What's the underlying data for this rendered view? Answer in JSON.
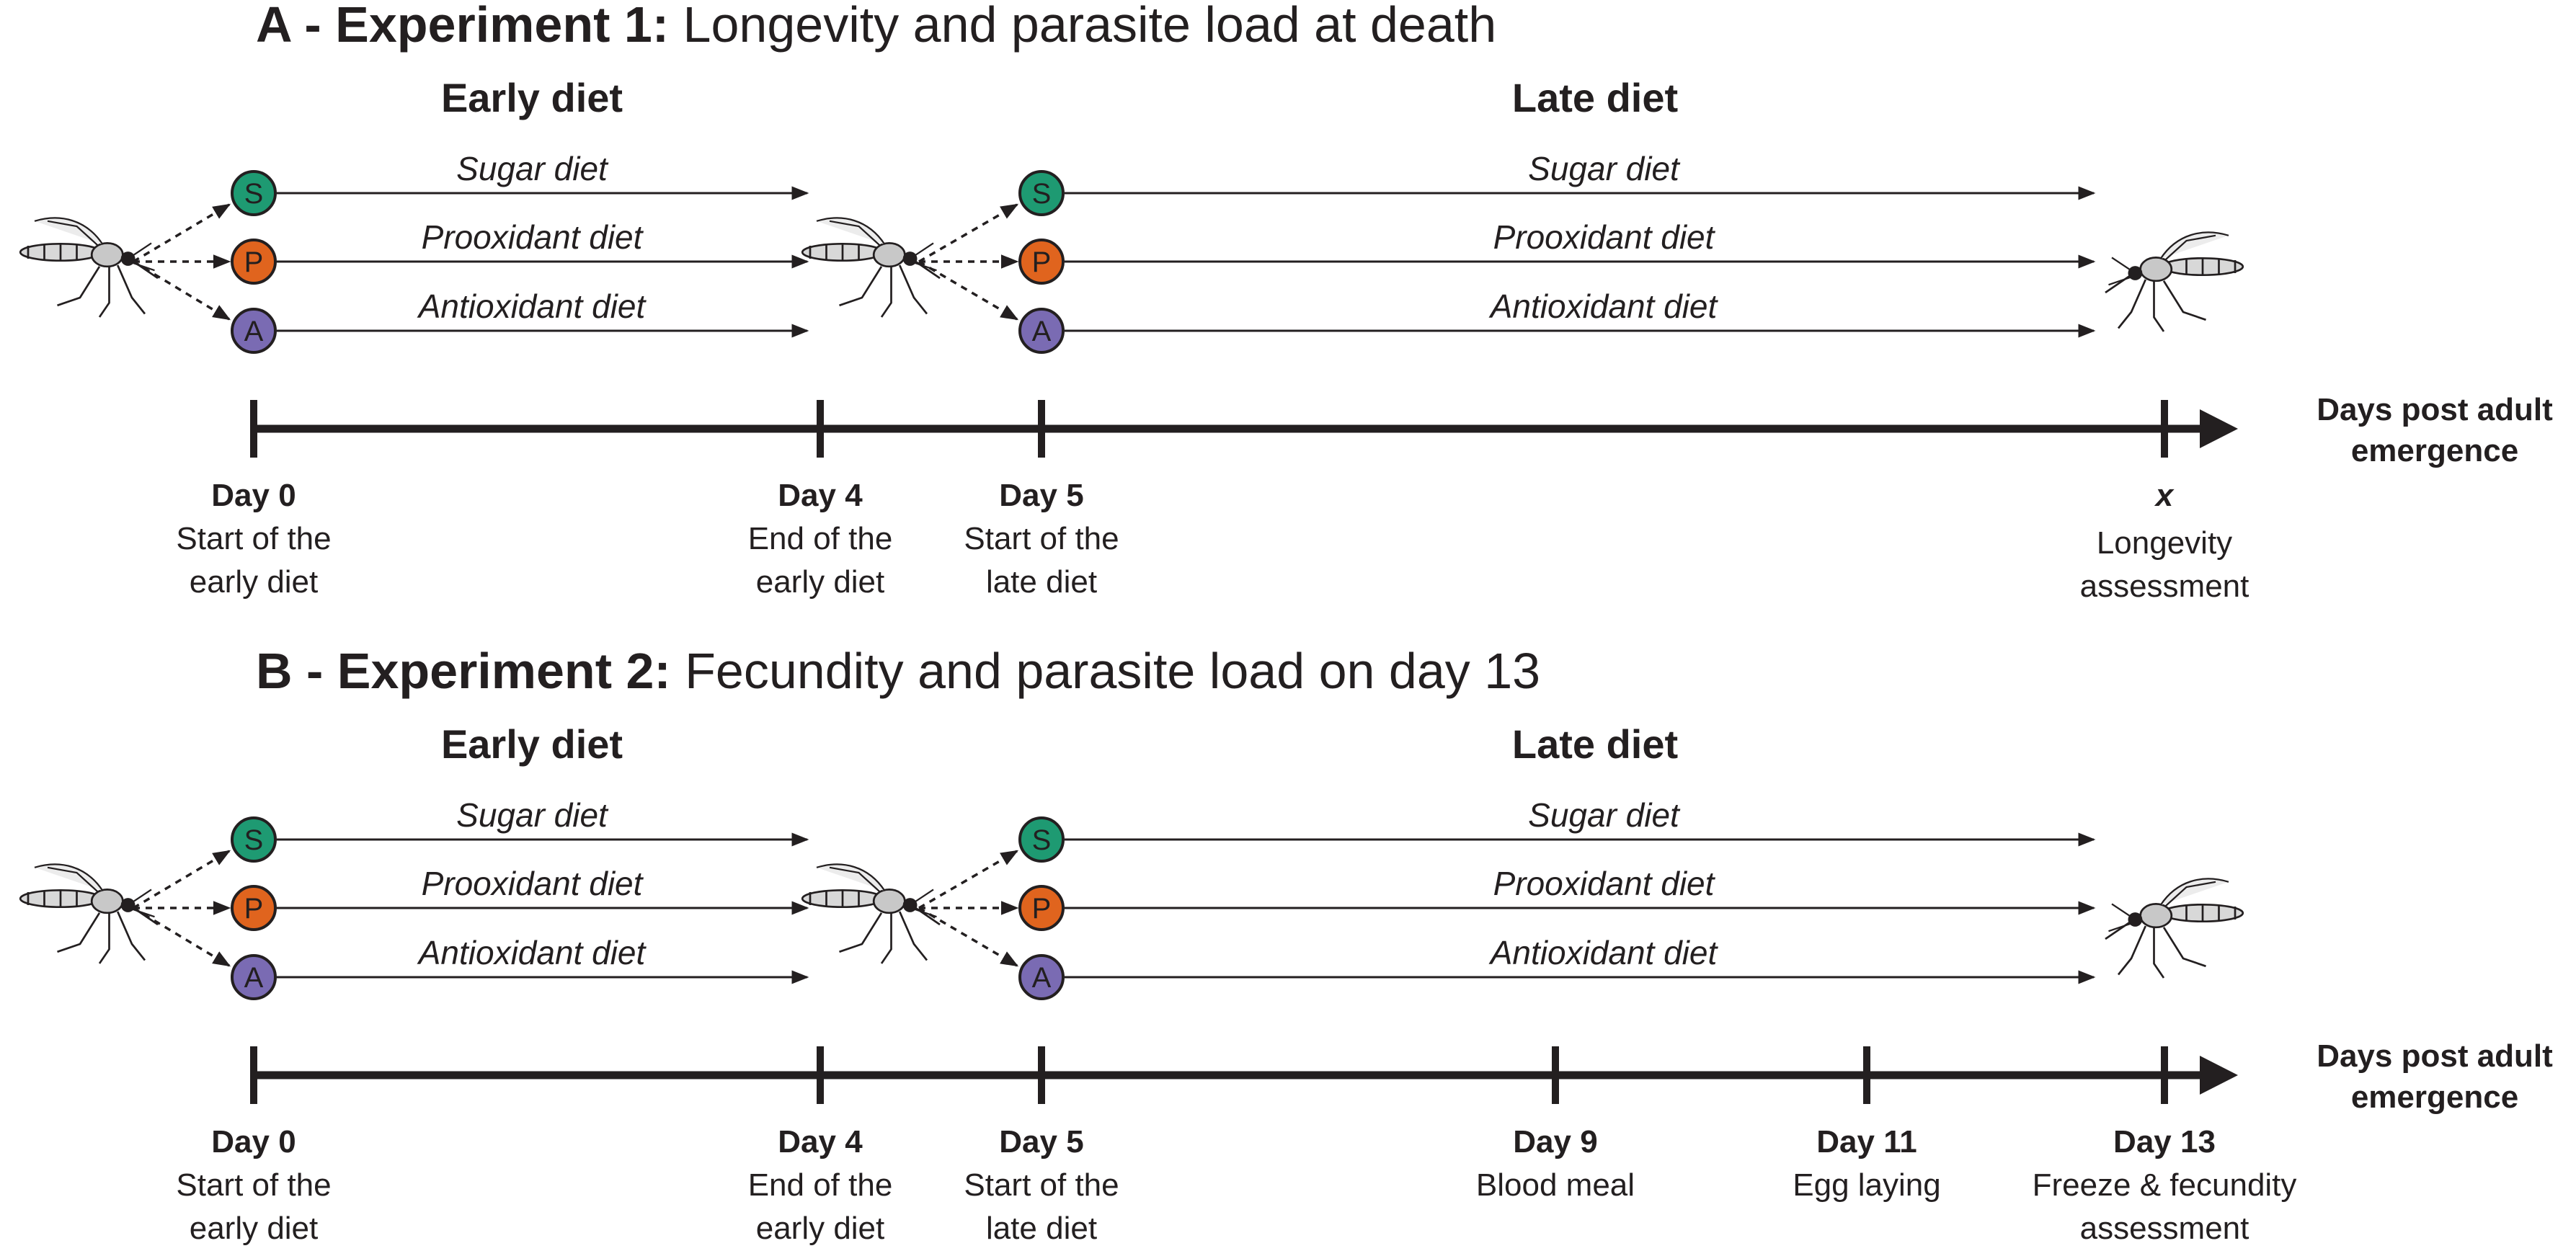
{
  "colors": {
    "sugar": "#1e9a72",
    "prooxidant": "#e0641e",
    "antioxidant": "#7a6bb3",
    "ink": "#231f20"
  },
  "diet_letters": {
    "sugar": "S",
    "prooxidant": "P",
    "antioxidant": "A"
  },
  "diet_labels": [
    "Sugar diet",
    "Prooxidant diet",
    "Antioxidant diet"
  ],
  "icons": [
    "mosquito-icon"
  ],
  "panels": [
    {
      "title_bold": "A - Experiment 1:",
      "title_rest": " Longevity and parasite load at death",
      "early_label": "Early diet",
      "late_label": "Late diet",
      "axis_label_line1": "Days post adult",
      "axis_label_line2": "emergence",
      "ticks": [
        {
          "day": "Day 0",
          "line1": "Start of the",
          "line2": "early diet"
        },
        {
          "day": "Day 4",
          "line1": "End of the",
          "line2": "early diet"
        },
        {
          "day": "Day 5",
          "line1": "Start of the",
          "line2": "late diet"
        },
        {
          "day": "x",
          "line1": "Longevity",
          "line2": "assessment"
        }
      ]
    },
    {
      "title_bold": "B - Experiment 2:",
      "title_rest": " Fecundity and parasite load on day 13",
      "early_label": "Early diet",
      "late_label": "Late diet",
      "axis_label_line1": "Days post adult",
      "axis_label_line2": "emergence",
      "ticks": [
        {
          "day": "Day 0",
          "line1": "Start of the",
          "line2": "early diet"
        },
        {
          "day": "Day 4",
          "line1": "End of the",
          "line2": "early diet"
        },
        {
          "day": "Day 5",
          "line1": "Start of the",
          "line2": "late diet"
        },
        {
          "day": "Day 9",
          "line1": "Blood meal",
          "line2": ""
        },
        {
          "day": "Day 11",
          "line1": "Egg laying",
          "line2": ""
        },
        {
          "day": "Day 13",
          "line1": "Freeze & fecundity",
          "line2": "assessment"
        }
      ]
    }
  ]
}
